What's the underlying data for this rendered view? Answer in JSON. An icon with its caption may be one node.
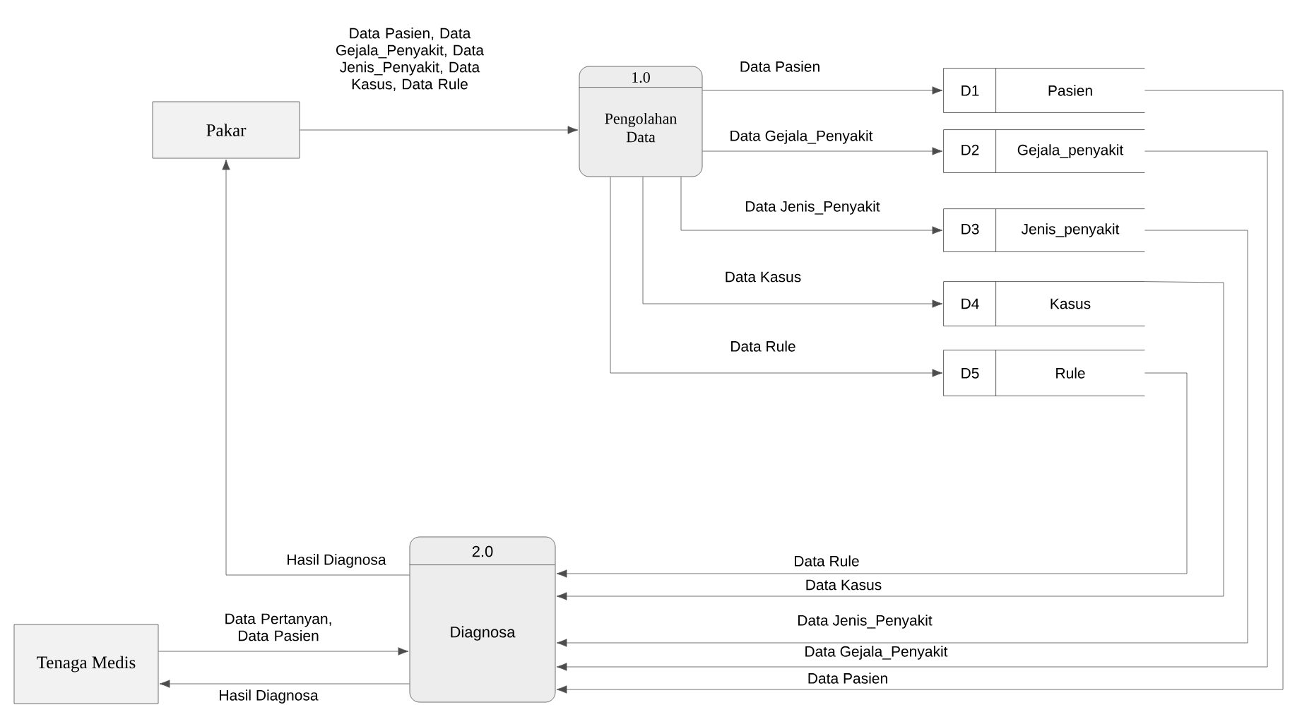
{
  "diagram": {
    "nodes": [
      {
        "text": [
          "Pakar"
        ]
      },
      {
        "text": [
          "1.0",
          "Pengolahan Data"
        ]
      },
      {
        "text": [
          "D1",
          "Pasien"
        ]
      },
      {
        "text": [
          "D2",
          "Gejala_penyakit"
        ]
      },
      {
        "text": [
          "D3",
          "Jenis_penyakit"
        ]
      },
      {
        "text": [
          "D4",
          "Kasus"
        ]
      },
      {
        "text": [
          "D5",
          "Rule"
        ]
      },
      {
        "text": [
          "2.0",
          "Diagnosa"
        ]
      },
      {
        "text": [
          "Tenaga Medis"
        ]
      }
    ],
    "edges": [
      {
        "from": 0,
        "to": 1,
        "arrow": "to",
        "label": "Data Pasien, Data Gejala_Penyakit, Data Jenis_Penyakit, Data Kasus, Data Rule"
      },
      {
        "from": 1,
        "to": 2,
        "arrow": "to",
        "label": "Data Pasien"
      },
      {
        "from": 1,
        "to": 3,
        "arrow": "to",
        "label": "Data Gejala_Penyakit"
      },
      {
        "from": 1,
        "to": 4,
        "arrow": "to",
        "label": "Data Jenis_Penyakit"
      },
      {
        "from": 1,
        "to": 5,
        "arrow": "to",
        "label": "Data Kasus"
      },
      {
        "from": 1,
        "to": 6,
        "arrow": "to",
        "label": "Data Rule"
      },
      {
        "from": 2,
        "to": 7,
        "arrow": "to",
        "label": "Data Pasien"
      },
      {
        "from": 3,
        "to": 7,
        "arrow": "to",
        "label": "Data Gejala_Penyakit"
      },
      {
        "from": 4,
        "to": 7,
        "arrow": "to",
        "label": "Data Jenis_Penyakit"
      },
      {
        "from": 5,
        "to": 7,
        "arrow": "to",
        "label": "Data Kasus"
      },
      {
        "from": 6,
        "to": 7,
        "arrow": "to",
        "label": "Data Rule"
      },
      {
        "from": 7,
        "to": 0,
        "arrow": "to",
        "label": "Hasil Diagnosa"
      },
      {
        "from": 8,
        "to": 7,
        "arrow": "to",
        "label": "Data Pertanyan, Data Pasien"
      },
      {
        "from": 7,
        "to": 8,
        "arrow": "to",
        "label": "Hasil Diagnosa"
      }
    ]
  }
}
